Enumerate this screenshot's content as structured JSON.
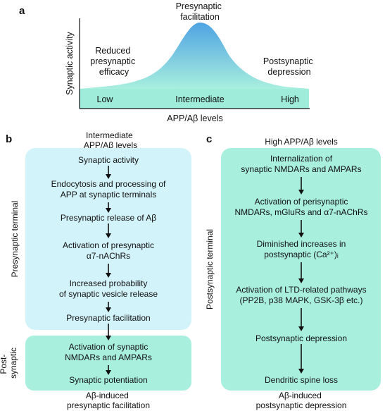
{
  "panel_a": {
    "label": "a",
    "y_axis_label": "Synaptic activity",
    "x_axis_label": "APP/Aβ levels",
    "peak_label": [
      "Presynaptic",
      "facilitation"
    ],
    "left_label": [
      "Reduced",
      "presynaptic",
      "efficacy"
    ],
    "right_label": [
      "Postsynaptic",
      "depression"
    ],
    "ticks": [
      "Low",
      "Intermediate",
      "High"
    ],
    "colors": {
      "curve_top": "#4fa3e3",
      "curve_bottom": "#a8efde",
      "band": "#9eecd9"
    }
  },
  "panel_b": {
    "label": "b",
    "header": [
      "Intermediate",
      "APP/Aβ levels"
    ],
    "side_label_pre": "Presynaptic terminal",
    "side_label_post": [
      "Post-",
      "synaptic"
    ],
    "footer": [
      "Aβ-induced",
      "presynaptic facilitation"
    ],
    "steps": [
      {
        "lines": [
          "Synaptic activity"
        ]
      },
      {
        "lines": [
          "Endocytosis and processing of",
          "APP at synaptic terminals"
        ]
      },
      {
        "lines": [
          "Presynaptic release of Aβ"
        ]
      },
      {
        "lines": [
          "Activation of presynaptic",
          "α7-nAChRs"
        ]
      },
      {
        "lines": [
          "Increased probability",
          "of synaptic vesicle release"
        ]
      },
      {
        "lines": [
          "Presynaptic facilitation"
        ]
      },
      {
        "lines": [
          "Activation of synaptic",
          "NMDARs and AMPARs"
        ]
      },
      {
        "lines": [
          "Synaptic potentiation"
        ]
      }
    ],
    "colors": {
      "pre_box": "#d3f3fb",
      "post_box": "#a8efde"
    }
  },
  "panel_c": {
    "label": "c",
    "header": "High APP/Aβ levels",
    "side_label": "Postsynaptic terminal",
    "footer": [
      "Aβ-induced",
      "postsynaptic depression"
    ],
    "steps": [
      {
        "lines": [
          "Internalization of",
          "synaptic NMDARs and AMPARs"
        ]
      },
      {
        "lines": [
          "Activation of perisynaptic",
          "NMDARs, mGluRs and α7-nAChRs"
        ]
      },
      {
        "lines": [
          "Diminished increases in",
          "postsynaptic (Ca²⁺)ᵢ"
        ]
      },
      {
        "lines": [
          "Activation of LTD-related pathways",
          "(PP2B, p38 MAPK, GSK-3β etc.)"
        ]
      },
      {
        "lines": [
          "Postsynaptic depression"
        ]
      },
      {
        "lines": [
          "Dendritic spine loss"
        ]
      }
    ],
    "colors": {
      "box": "#a8efde"
    }
  }
}
